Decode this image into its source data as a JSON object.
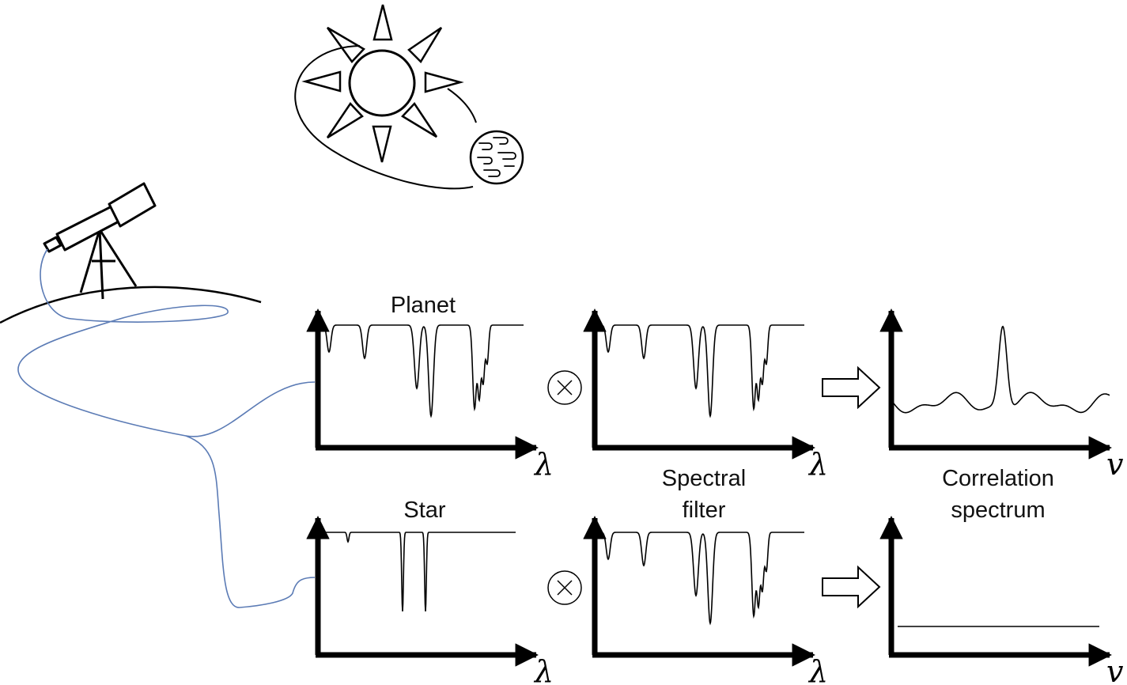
{
  "labels": {
    "planet": "Planet",
    "star": "Star",
    "spectral_filter_line1": "Spectral",
    "spectral_filter_line2": "filter",
    "correlation_line1": "Correlation",
    "correlation_line2": "spectrum"
  },
  "axis_symbols": {
    "wavelength": "λ",
    "velocity": "v"
  },
  "operators": {
    "multiply": "⊗"
  },
  "colors": {
    "fiber": "#5b7bb5",
    "ink": "#000000"
  }
}
